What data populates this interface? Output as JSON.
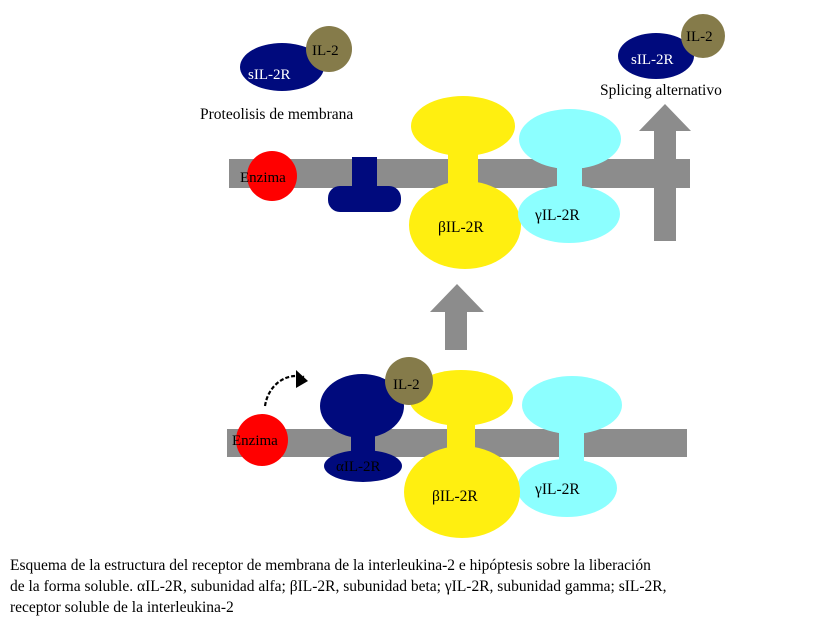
{
  "colors": {
    "membrane": "#8c8c8c",
    "arrow": "#8c8c8c",
    "enzyme": "#ff0000",
    "alpha_chain": "#000a7d",
    "beta_chain": "#ffef10",
    "gamma_chain": "#8cffff",
    "il2": "#857b4a",
    "background": "#ffffff"
  },
  "top": {
    "enzyme_label": "Enzima",
    "beta_label": "βIL-2R",
    "gamma_label": "γIL-2R",
    "proteolysis_label": "Proteolisis de membrana",
    "splicing_label": "Splicing alternativo",
    "soluble_left": {
      "receptor_label": "sIL-2R",
      "il2_label": "IL-2"
    },
    "soluble_right": {
      "receptor_label": "sIL-2R",
      "il2_label": "IL-2"
    }
  },
  "bottom": {
    "enzyme_label": "Enzima",
    "il2_label": "IL-2",
    "alpha_label": "αIL-2R",
    "beta_label": "βIL-2R",
    "gamma_label": "γIL-2R"
  },
  "caption": {
    "line1": "Esquema de la estructura del receptor de membrana de la interleukina-2 e hipóptesis sobre la liberación",
    "line2": "de la forma soluble.  αIL-2R,  subunidad alfa; βIL-2R,  subunidad beta; γIL-2R, subunidad  gamma; sIL-2R,",
    "line3": "receptor soluble de la interleukina-2"
  }
}
